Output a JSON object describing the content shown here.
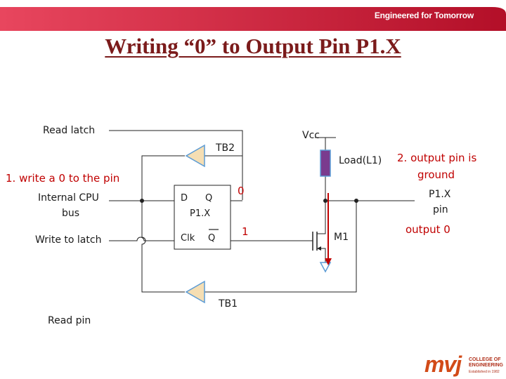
{
  "banner": {
    "text": "Engineered for Tomorrow"
  },
  "title": "Writing “0” to Output Pin P1.X",
  "labels": {
    "read_latch": "Read latch",
    "write_zero": "1. write a 0 to the pin",
    "internal_cpu_line1": "Internal CPU",
    "internal_cpu_line2": "bus",
    "write_to_latch": "Write to latch",
    "read_pin": "Read pin",
    "tb2": "TB2",
    "tb1": "TB1",
    "vcc": "Vcc",
    "load": "Load(L1)",
    "d": "D",
    "q": "Q",
    "p1x": "P1.X",
    "clk": "Clk",
    "qbar": "Q",
    "zero": "0",
    "one": "1",
    "m1": "M1",
    "output_ground_line1": "2. output pin is",
    "output_ground_line2": "ground",
    "pin_line1": "P1.X",
    "pin_line2": "pin",
    "output_zero": "output 0"
  },
  "logo": {
    "mark": "mvj",
    "line1": "COLLEGE OF",
    "line2": "ENGINEERING",
    "sub": "Established in 1982"
  },
  "colors": {
    "banner": "#c8102e",
    "title": "#7b1b1b",
    "red_label": "#c00000",
    "buffer_fill": "#f5deb3",
    "buffer_stroke": "#5b9bd5",
    "load_fill": "#7a3b8e",
    "current_arrow": "#c00000",
    "logo": "#d24a17"
  }
}
